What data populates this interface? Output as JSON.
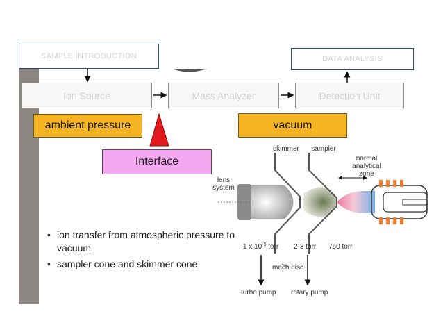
{
  "boxes": {
    "sample_introduction": "SAMPLE INTRODUCTION",
    "data_analysis": "DATA ANALYSIS",
    "ion_source": "Ion Source",
    "mass_analyzer": "Mass Analyzer",
    "detection_unit": "Detection Unit",
    "ambient_pressure": "ambient pressure",
    "vacuum": "vacuum",
    "interface": "Interface"
  },
  "bullets": [
    "ion transfer from atmospheric pressure to vacuum",
    "sampler cone and skimmer cone"
  ],
  "diagram": {
    "skimmer": "skimmer",
    "sampler": "sampler",
    "normal_zone_line1": "normal",
    "normal_zone_line2": "analytical",
    "normal_zone_line3": "zone",
    "lens_line1": "lens",
    "lens_line2": "system",
    "pressure_1": "1 x 10",
    "pressure_1_exp": "-5",
    "pressure_1_unit": " torr",
    "pressure_2": "2-3 torr",
    "pressure_3": "760 torr",
    "mach_disc": "mach disc",
    "turbo_pump": "turbo pump",
    "rotary_pump": "rotary pump"
  },
  "colors": {
    "yellow": "#f5b522",
    "pink": "#f3a8ef",
    "red_triangle": "#e01a1a",
    "sidebar": "#8c8683",
    "box_border": "#2c4a7a"
  }
}
